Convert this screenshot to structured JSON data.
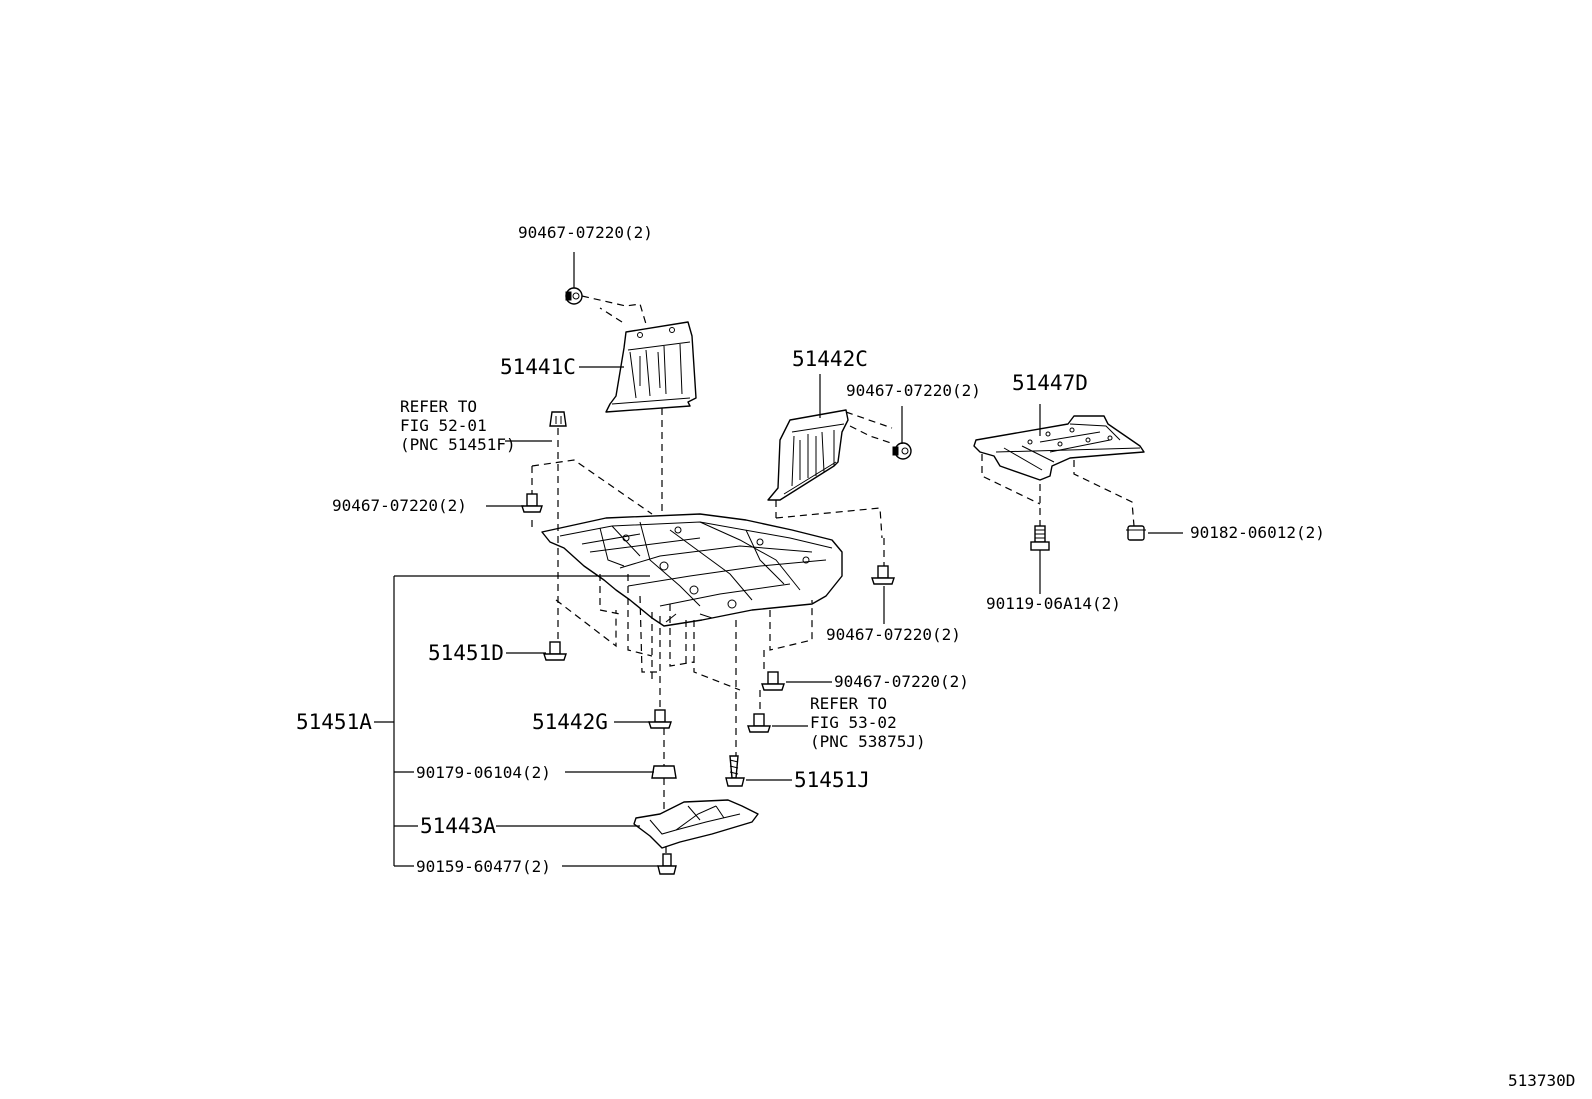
{
  "diagram": {
    "figure_code": "513730D",
    "parts": {
      "p_51441C": "51441C",
      "p_51442C": "51442C",
      "p_51447D": "51447D",
      "p_51451A": "51451A",
      "p_51451D": "51451D",
      "p_51442G": "51442G",
      "p_51451J": "51451J",
      "p_51443A": "51443A",
      "f_top": "90467-07220(2)",
      "f_mid": "90467-07220(2)",
      "f_left": "90467-07220(2)",
      "f_right1": "90467-07220(2)",
      "f_right2": "90467-07220(2)",
      "f_90182": "90182-06012(2)",
      "f_90119": "90119-06A14(2)",
      "f_90179": "90179-06104(2)",
      "f_90159": "90159-60477(2)"
    },
    "refs": {
      "ref1_line1": "REFER TO",
      "ref1_line2": "FIG 52-01",
      "ref1_line3": "(PNC 51451F)",
      "ref2_line1": "REFER TO",
      "ref2_line2": "FIG 53-02",
      "ref2_line3": "(PNC 53875J)"
    }
  }
}
